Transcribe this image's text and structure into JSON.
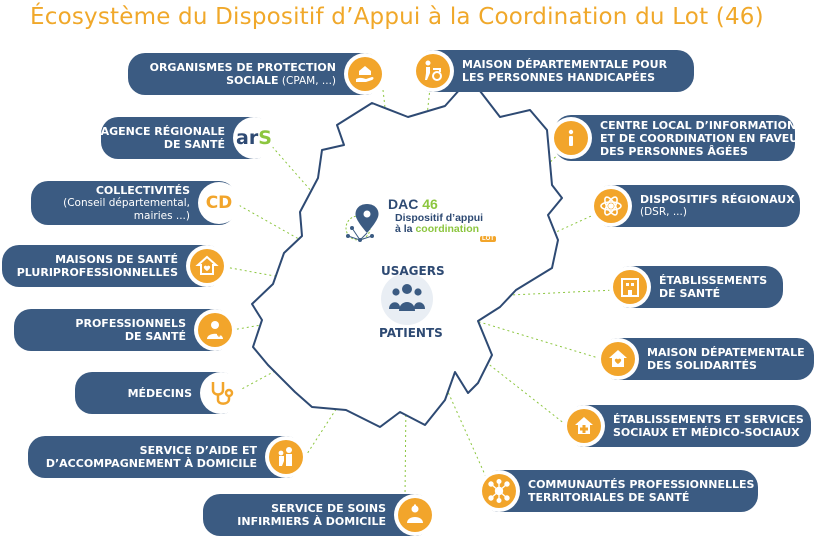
{
  "title": "Écosystème du Dispositif d’Appui à la Coordination du Lot (46)",
  "center": {
    "logo_name": "DAC",
    "logo_number": "46",
    "logo_line2": "Dispositif d’appui",
    "logo_line3_a": "à la ",
    "logo_line3_b": "coordination",
    "logo_badge": "LOT",
    "usagers": "USAGERS",
    "patients": "PATIENTS"
  },
  "colors": {
    "title": "#f0a82a",
    "pill": "#3b5b82",
    "icon_fill": "#f2a52b",
    "map_outline": "#2e4a73",
    "connector": "#8cc63f"
  },
  "left_nodes": [
    {
      "line1": "ORGANISMES DE PROTECTION",
      "line2_bold": "SOCIALE",
      "line2_extra": " (CPAM, ...)",
      "icon": "hand-house-icon"
    },
    {
      "line1": "AGENCE RÉGIONALE",
      "line2_bold": "DE SANTÉ",
      "icon": "ars-logo",
      "logo_main": "ar",
      "logo_s": "S"
    },
    {
      "line1": "COLLECTIVITÉS",
      "line2_sub": "(Conseil départemental,",
      "line3_sub": "mairies ...)",
      "icon": "cd-icon",
      "badge_text": "CD"
    },
    {
      "line1": "MAISONS DE SANTÉ",
      "line2_bold": "PLURIPROFESSIONNELLES",
      "icon": "house-heart-icon"
    },
    {
      "line1": "PROFESSIONNELS",
      "line2_bold": "DE SANTÉ",
      "icon": "doctor-icon"
    },
    {
      "line1": "MÉDECINS",
      "icon": "stethoscope-icon"
    },
    {
      "line1": "SERVICE D’AIDE ET",
      "line2_bold": "D’ACCOMPAGNEMENT À DOMICILE",
      "icon": "caregiver-icon"
    },
    {
      "line1": "SERVICE DE SOINS",
      "line2_bold": "INFIRMIERS À DOMICILE",
      "icon": "nurse-care-icon"
    }
  ],
  "right_nodes": [
    {
      "line1": "MAISON DÉPARTEMENTALE POUR",
      "line2_bold": "LES PERSONNES HANDICAPÉES",
      "icon": "wheelchair-icon"
    },
    {
      "line1": "CENTRE LOCAL D’INFORMATION",
      "line2_bold": "ET DE COORDINATION EN FAVEUR",
      "line3_bold": "DES PERSONNES ÂGÉES",
      "icon": "info-icon"
    },
    {
      "line1": "DISPOSITIFS RÉGIONAUX",
      "line2_sub": "(DSR, ...)",
      "icon": "atom-icon"
    },
    {
      "line1": "ÉTABLISSEMENTS",
      "line2_bold": "DE SANTÉ",
      "icon": "hospital-icon"
    },
    {
      "line1": "MAISON DÉPATEMENTALE",
      "line2_bold": "DES SOLIDARITÉS",
      "icon": "house-heart-icon"
    },
    {
      "line1": "ÉTABLISSEMENTS ET SERVICES",
      "line2_bold": "SOCIAUX ET MÉDICO-SOCIAUX",
      "icon": "house-plus-icon"
    },
    {
      "line1": "COMMUNAUTÉS PROFESSIONNELLES",
      "line2_bold": "TERRITORIALES DE SANTÉ",
      "icon": "network-icon"
    }
  ]
}
